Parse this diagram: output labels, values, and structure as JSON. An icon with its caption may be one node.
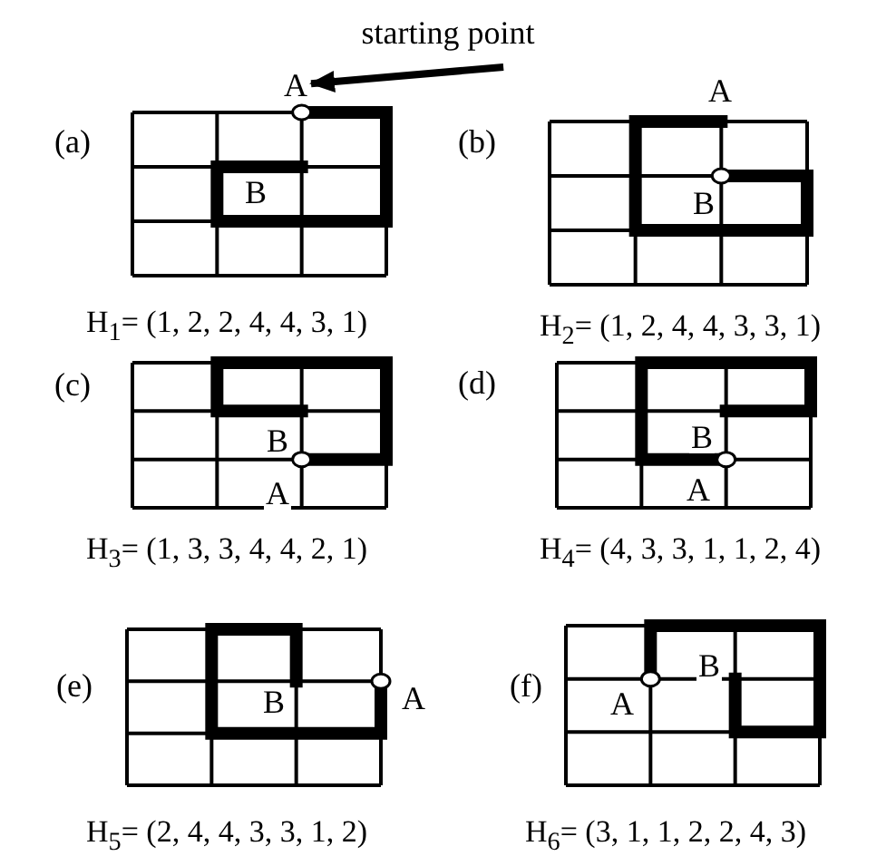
{
  "diagram": {
    "nodes": [
      {
        "text": [
          "starting point"
        ]
      },
      {
        "text": [
          "A"
        ]
      }
    ],
    "edges": [
      {
        "from": 0,
        "to": 1,
        "arrow": "to"
      }
    ],
    "labels": [
      "(a)",
      "B",
      "H$_{1}$= (1, 2, 2, 4, 4, 3, 1)",
      "A",
      "(b)",
      "B",
      "H$_{2}$= (1, 2, 4, 4, 3, 3, 1)",
      "(c)",
      "B",
      "A",
      "H$_{3}$= (1, 3, 3, 4, 4, 2, 1)",
      "(d)",
      "B",
      "A",
      "H$_{4}$= (4, 3, 3, 1, 1, 2, 4)",
      "(e)",
      "B",
      "A",
      "H$_{5}$= (2, 4, 4, 3, 3, 1, 2)",
      "(f)",
      "A",
      "B",
      "H$_{6}$= (3, 1, 1, 2, 2, 4, 3)"
    ]
  }
}
